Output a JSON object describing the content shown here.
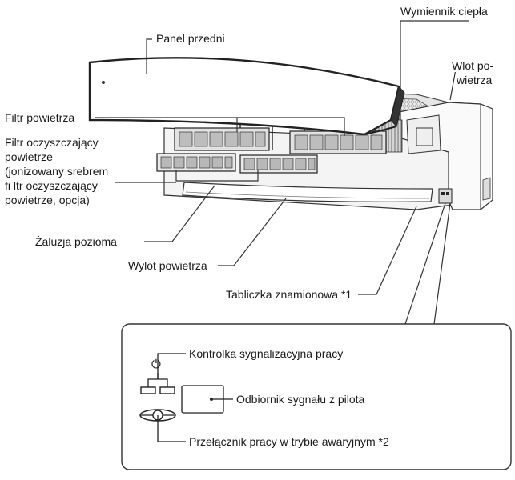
{
  "labels": {
    "front_panel": "Panel przedni",
    "heat_exchanger": "Wymiennik ciepła",
    "air_inlet_line1": "Wlot po-",
    "air_inlet_line2": "wietrza",
    "air_filter": "Filtr powietrza",
    "purifying_filter_line1": "Filtr oczyszczający",
    "purifying_filter_line2": "powietrze",
    "purifying_filter_line3": "(jonizowany srebrem",
    "purifying_filter_line4": "fi ltr oczyszczający",
    "purifying_filter_line5": "powietrze, opcja)",
    "horizontal_louver": "Żaluzja pozioma",
    "air_outlet": "Wylot powietrza",
    "nameplate": "Tabliczka znamionowa *1"
  },
  "detail": {
    "operation_indicator": "Kontrolka sygnalizacyjna pracy",
    "remote_receiver": "Odbiornik sygnału z pilota",
    "emergency_switch": "Przełącznik pracy w trybie awaryjnym *2",
    "power_symbol": "⏻"
  },
  "colors": {
    "line": "#333333",
    "unit_fill": "#f4f4f4",
    "filter_fill": "#d8d8d8",
    "panel_fill": "#ffffff"
  }
}
